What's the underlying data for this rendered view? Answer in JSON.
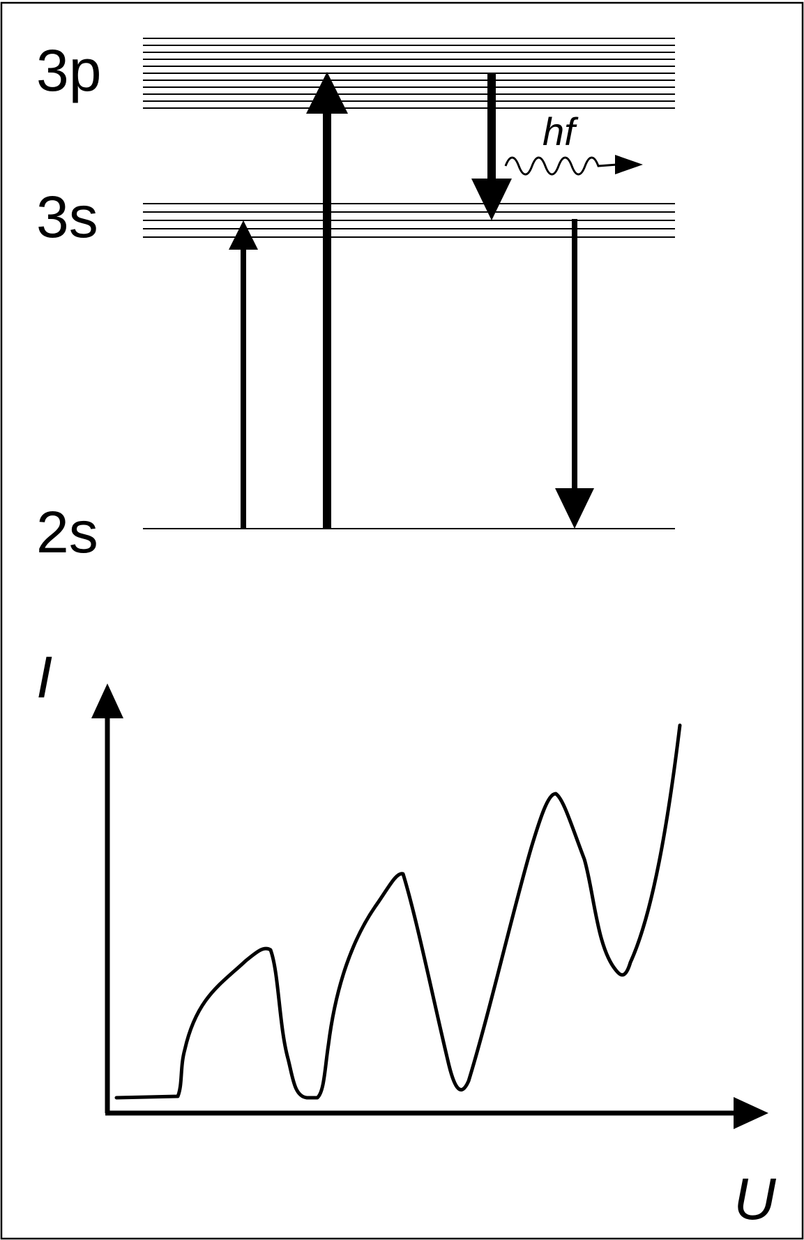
{
  "levels": {
    "p3": {
      "label": "3p"
    },
    "s3": {
      "label": "3s"
    },
    "s2": {
      "label": "2s"
    }
  },
  "photon": {
    "label": "hf"
  },
  "graph": {
    "y_axis_label": "I",
    "x_axis_label": "U"
  },
  "colors": {
    "ink": "#000000",
    "background": "#ffffff"
  }
}
